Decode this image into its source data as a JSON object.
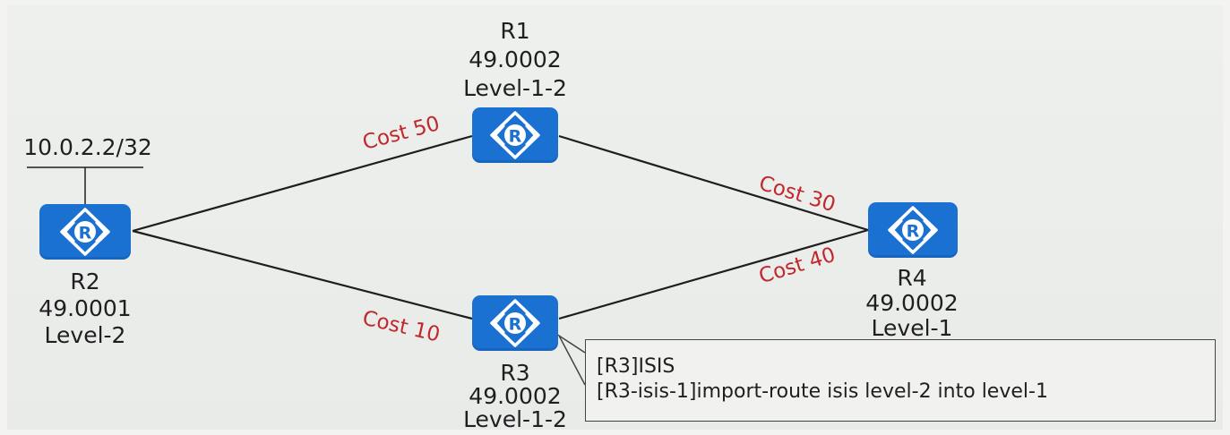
{
  "routers": {
    "r1": {
      "name": "R1",
      "area": "49.0002",
      "level": "Level-1-2"
    },
    "r2": {
      "name": "R2",
      "area": "49.0001",
      "level": "Level-2"
    },
    "r3": {
      "name": "R3",
      "area": "49.0002",
      "level": "Level-1-2"
    },
    "r4": {
      "name": "R4",
      "area": "49.0002",
      "level": "Level-1"
    }
  },
  "router_icon_label": "R",
  "prefix": "10.0.2.2/32",
  "links": {
    "r2_r1": "Cost 50",
    "r2_r3": "Cost 10",
    "r1_r4": "Cost 30",
    "r3_r4": "Cost 40"
  },
  "commands": [
    "[R3]ISIS",
    "[R3-isis-1]import-route isis level-2 into level-1"
  ],
  "colors": {
    "router": "#1a71d2",
    "cost_text": "#c0282d",
    "link": "#1e1e1e"
  }
}
